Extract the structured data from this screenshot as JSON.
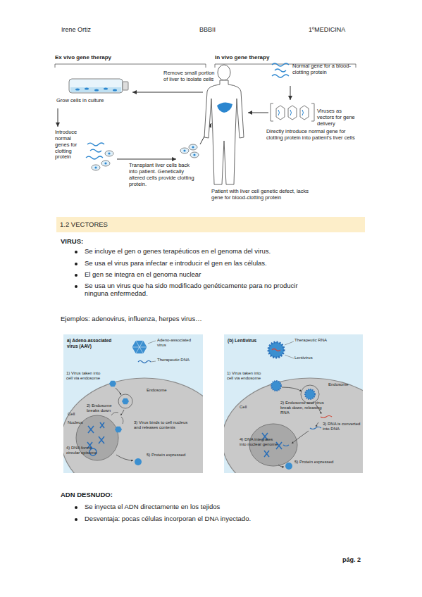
{
  "diagram": {
    "nodes": [
      {
        "text": [
          "1.2 VECTORES"
        ]
      },
      {
        "text": [
          "a) Adeno-associated virus (AAV)",
          "Adeno-associated virus",
          "Therapeutic DNA",
          "1) Virus taken into cell via endosome",
          "Endosome",
          "Cell",
          "2) Endosome breaks down",
          "Nucleus",
          "3) Virus binds to cell nucleus and releases contents",
          "4) DNA forms circular episome",
          "5) Protein expressed"
        ]
      },
      {
        "text": [
          "(b) Lentivirus",
          "Therapeutic RNA",
          "Lentivirus",
          "1) Virus taken into cell via endosome",
          "Endosome",
          "2) Endosome and virus break down, releasing RNA",
          "Cell",
          "3) RNA is converted into DNA",
          "4) DNA integrates into nuclear genome",
          "5) Protein expressed"
        ]
      }
    ],
    "labels": [
      "Irene Ortiz",
      "BBBII",
      "1ºMEDICINA",
      "Ex vivo gene therapy",
      "In vivo gene therapy",
      "Grow cells in culture",
      "Remove small portion of liver to isolate cells",
      "Normal gene for a blood-clotting protein",
      "Viruses as vectors for gene delivery",
      "Introduce normal genes for clotting protein",
      "Transplant liver cells back into patient. Genetically altered cells provide clotting protein.",
      "Directly introduce normal gene for clotting protein into patient's liver cells",
      "Patient with liver cell genetic defect, lacks gene for blood-clotting protein",
      "VIRUS:",
      "Se incluye el gen o genes terapéuticos en el genoma del virus.",
      "Se usa el virus para infectar e introducir el gen en las células.",
      "El gen se integra en el genoma nuclear",
      "Se usa un virus que ha sido modificado genéticamente para no producir ninguna enfermedad.",
      "Ejemplos: adenovirus, influenza, herpes virus…",
      "ADN DESNUDO:",
      "Se inyecta el ADN directamente en los tejidos",
      "Desventaja: pocas células incorporan el DNA inyectado.",
      "pág. 2"
    ]
  }
}
